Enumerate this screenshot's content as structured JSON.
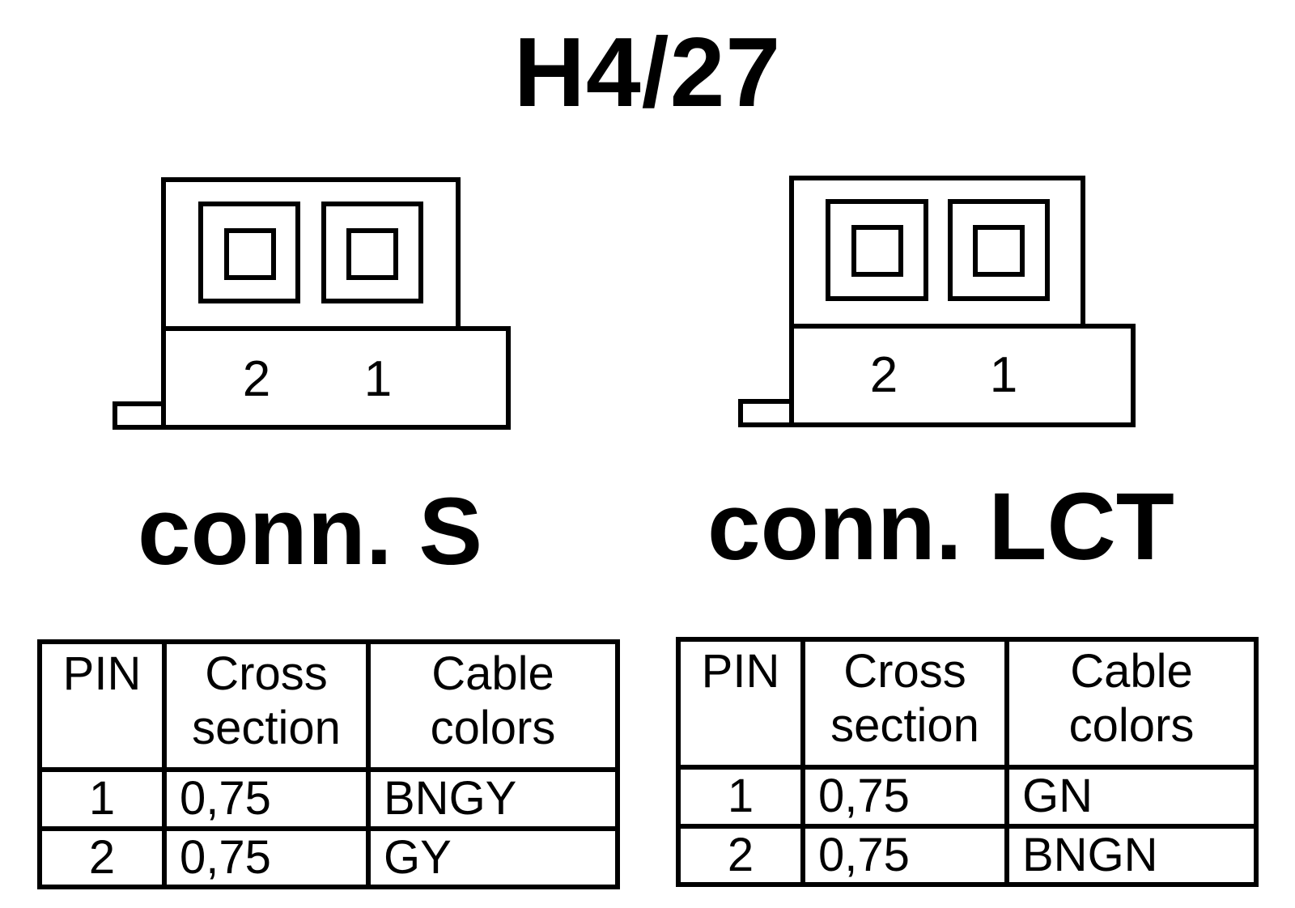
{
  "title": "H4/27",
  "connectors": [
    {
      "label": "conn. S",
      "pin_labels": [
        "2",
        "1"
      ],
      "table": {
        "headers": [
          "PIN",
          "Cross section",
          "Cable colors"
        ],
        "rows": [
          {
            "pin": "1",
            "cross_section": "0,75",
            "color": "BNGY"
          },
          {
            "pin": "2",
            "cross_section": "0,75",
            "color": "GY"
          }
        ]
      }
    },
    {
      "label": "conn. LCT",
      "pin_labels": [
        "2",
        "1"
      ],
      "table": {
        "headers": [
          "PIN",
          "Cross section",
          "Cable colors"
        ],
        "rows": [
          {
            "pin": "1",
            "cross_section": "0,75",
            "color": "GN"
          },
          {
            "pin": "2",
            "cross_section": "0,75",
            "color": "BNGN"
          }
        ]
      }
    }
  ]
}
